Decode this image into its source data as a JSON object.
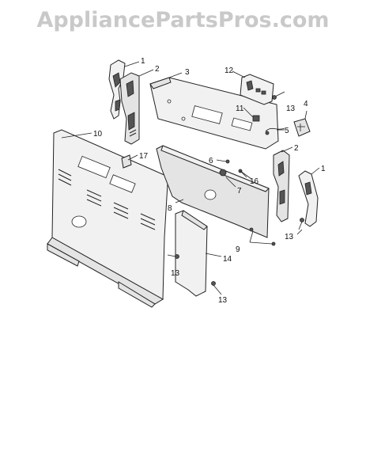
{
  "watermark": "AppliancePartsPros.com",
  "callouts": [
    "1",
    "2",
    "3",
    "12",
    "11",
    "13",
    "4",
    "5",
    "2",
    "1",
    "10",
    "17",
    "6",
    "16",
    "7",
    "8",
    "9",
    "13",
    "14",
    "13",
    "13"
  ]
}
